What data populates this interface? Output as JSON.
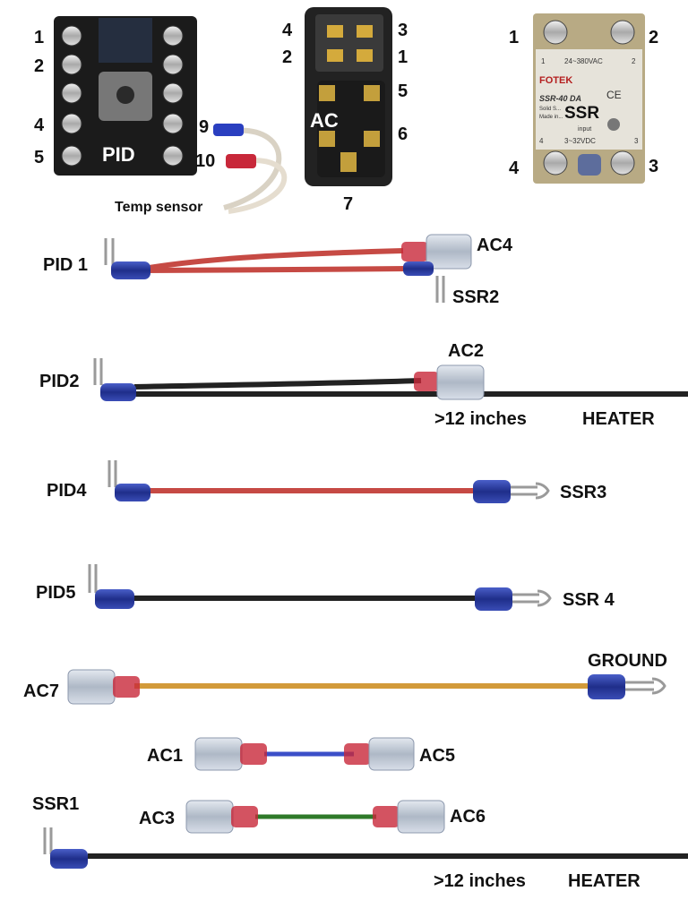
{
  "pid": {
    "label": "PID",
    "left_pins": [
      "1",
      "2",
      "4",
      "5"
    ],
    "right_pins": [
      "9",
      "10"
    ],
    "sensor_label": "Temp sensor"
  },
  "ac": {
    "label": "AC",
    "pins": [
      "4",
      "3",
      "2",
      "1",
      "5",
      "6",
      "7"
    ]
  },
  "ssr": {
    "label": "SSR",
    "brand": "FOTEK",
    "model": "SSR-40 DA",
    "sub1": "Solid S...",
    "sub2": "Made in...",
    "ac_rating": "24~380VAC",
    "dc_rating": "3~32VDC",
    "input": "input",
    "ce": "CE",
    "corner_nums": [
      "1",
      "2",
      "4",
      "3"
    ],
    "pins": [
      "1",
      "2",
      "4",
      "3"
    ]
  },
  "wires": [
    {
      "left": "PID 1",
      "right_top": "AC4",
      "right_bottom": "SSR2",
      "color": "#c64a44"
    },
    {
      "left": "PID2",
      "right_top": "AC2",
      "extra": ">12 inches",
      "extra2": "HEATER",
      "color": "#222222"
    },
    {
      "left": "PID4",
      "right": "SSR3",
      "color": "#c64a44"
    },
    {
      "left": "PID5",
      "right": "SSR 4",
      "color": "#222222"
    },
    {
      "left": "AC7",
      "right": "GROUND",
      "color": "#d29a3a"
    },
    {
      "left": "AC1",
      "right": "AC5",
      "color": "#3b4fc8"
    },
    {
      "left": "AC3",
      "right": "AC6",
      "color": "#2f7a2a"
    },
    {
      "left": "SSR1",
      "extra": ">12 inches",
      "extra2": "HEATER",
      "color": "#222222"
    }
  ],
  "colors": {
    "red_wire": "#c64a44",
    "black_wire": "#222222",
    "yellow_wire": "#d29a3a",
    "blue_wire": "#3b4fc8",
    "green_wire": "#2f7a2a",
    "insulator_blue": "#2a3a9a",
    "insulator_red": "#c8283a",
    "female_clear": "#b9c3d2"
  }
}
